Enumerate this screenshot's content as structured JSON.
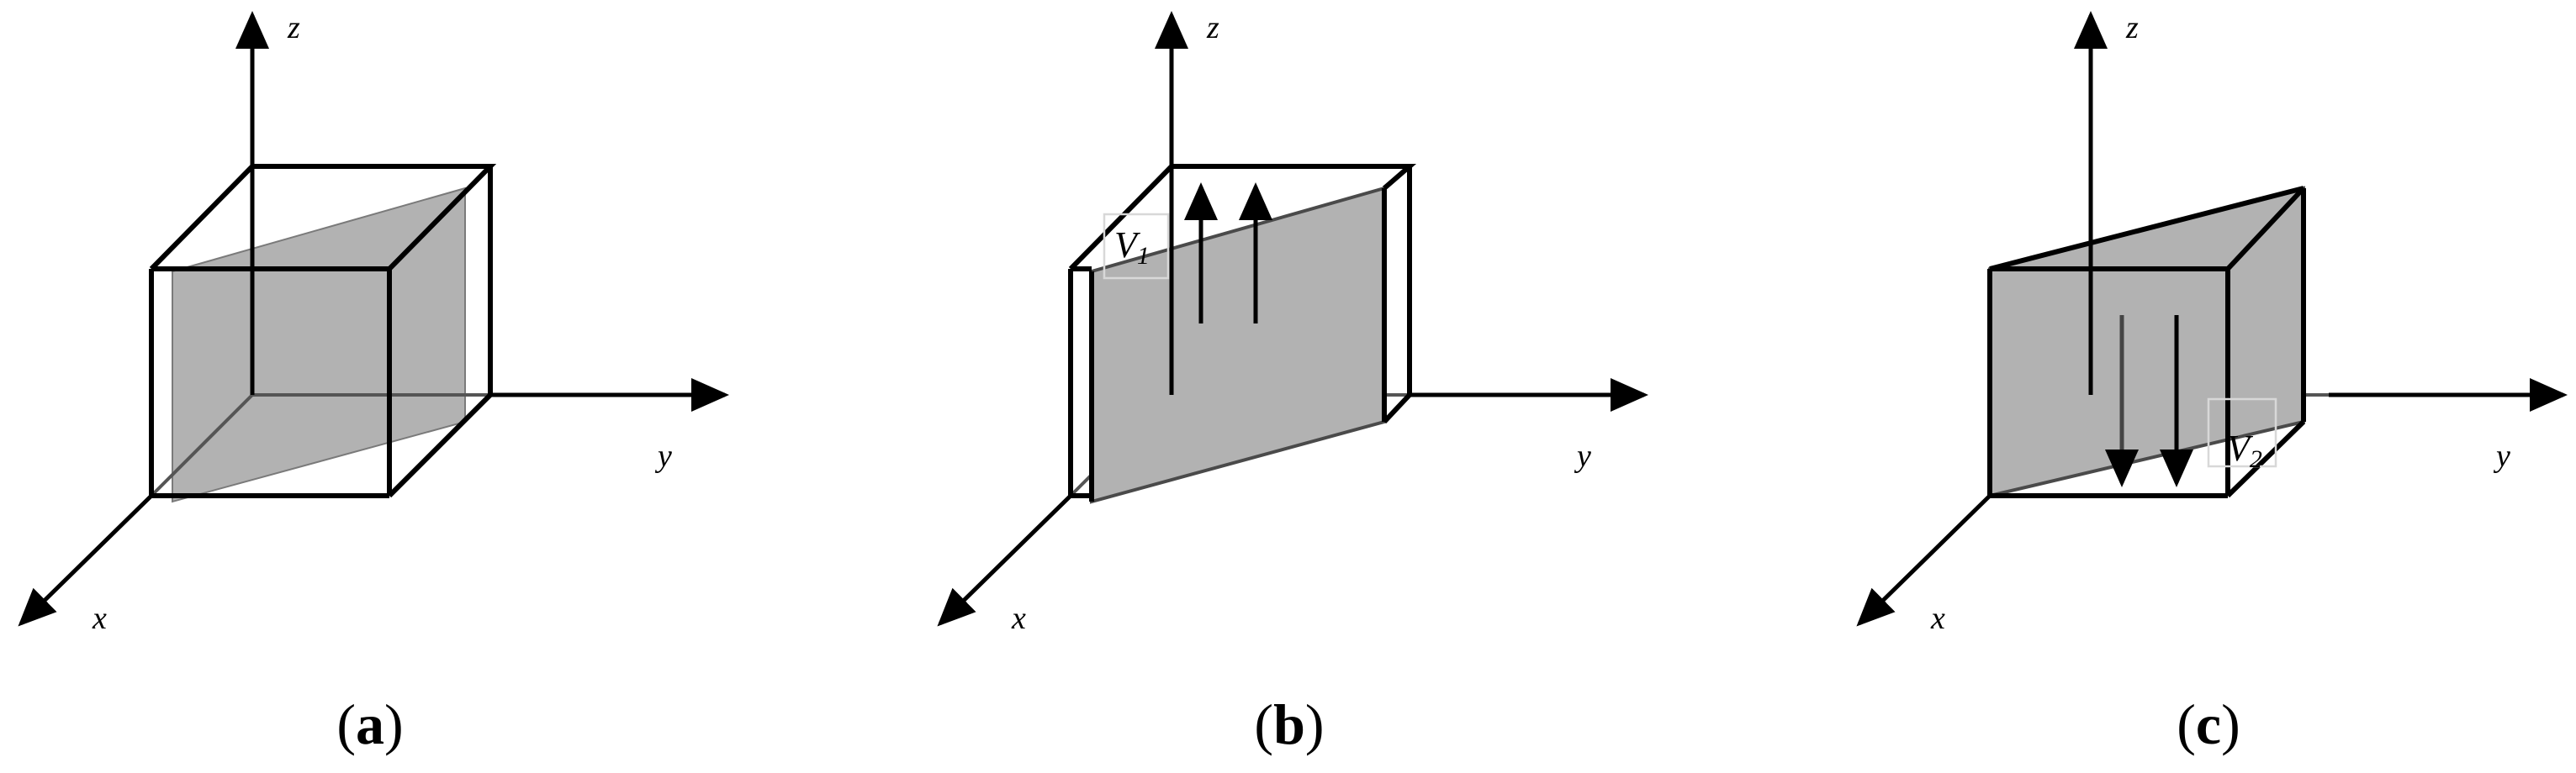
{
  "axes": {
    "z_label": "z",
    "y_label": "y",
    "x_label": "x"
  },
  "panels": [
    {
      "id": "a",
      "caption_letter": "a"
    },
    {
      "id": "b",
      "caption_letter": "b",
      "velocity_label_main": "V",
      "velocity_label_sub": "1"
    },
    {
      "id": "c",
      "caption_letter": "c",
      "velocity_label_main": "V",
      "velocity_label_sub": "2"
    }
  ],
  "caption_open": "(",
  "caption_close": ")",
  "colors": {
    "plane_fill": "#b2b2b2",
    "line": "#000000"
  }
}
